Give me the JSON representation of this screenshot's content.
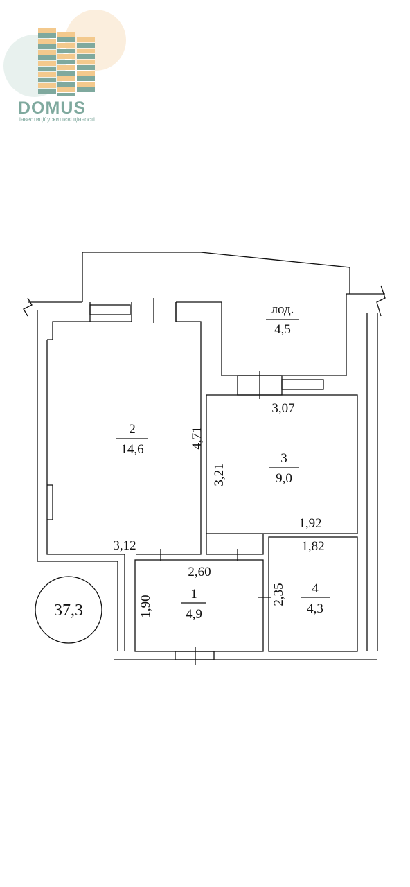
{
  "logo": {
    "brand": "DOMUS",
    "tagline": "інвестиції у життєві цінності",
    "colors": {
      "teal": "#7fa99e",
      "sand": "#f3c98d",
      "light": "#e8f1ee"
    }
  },
  "plan": {
    "total_area": "37,3",
    "rooms": [
      {
        "num": "лод.",
        "area": "4,5"
      },
      {
        "num": "2",
        "area": "14,6"
      },
      {
        "num": "3",
        "area": "9,0"
      },
      {
        "num": "1",
        "area": "4,9"
      },
      {
        "num": "4",
        "area": "4,3"
      }
    ],
    "dimensions": {
      "d307": "3,07",
      "d471": "4,71",
      "d321": "3,21",
      "d192": "1,92",
      "d182": "1,82",
      "d312": "3,12",
      "d260": "2,60",
      "d235": "2,35",
      "d190": "1,90"
    }
  }
}
